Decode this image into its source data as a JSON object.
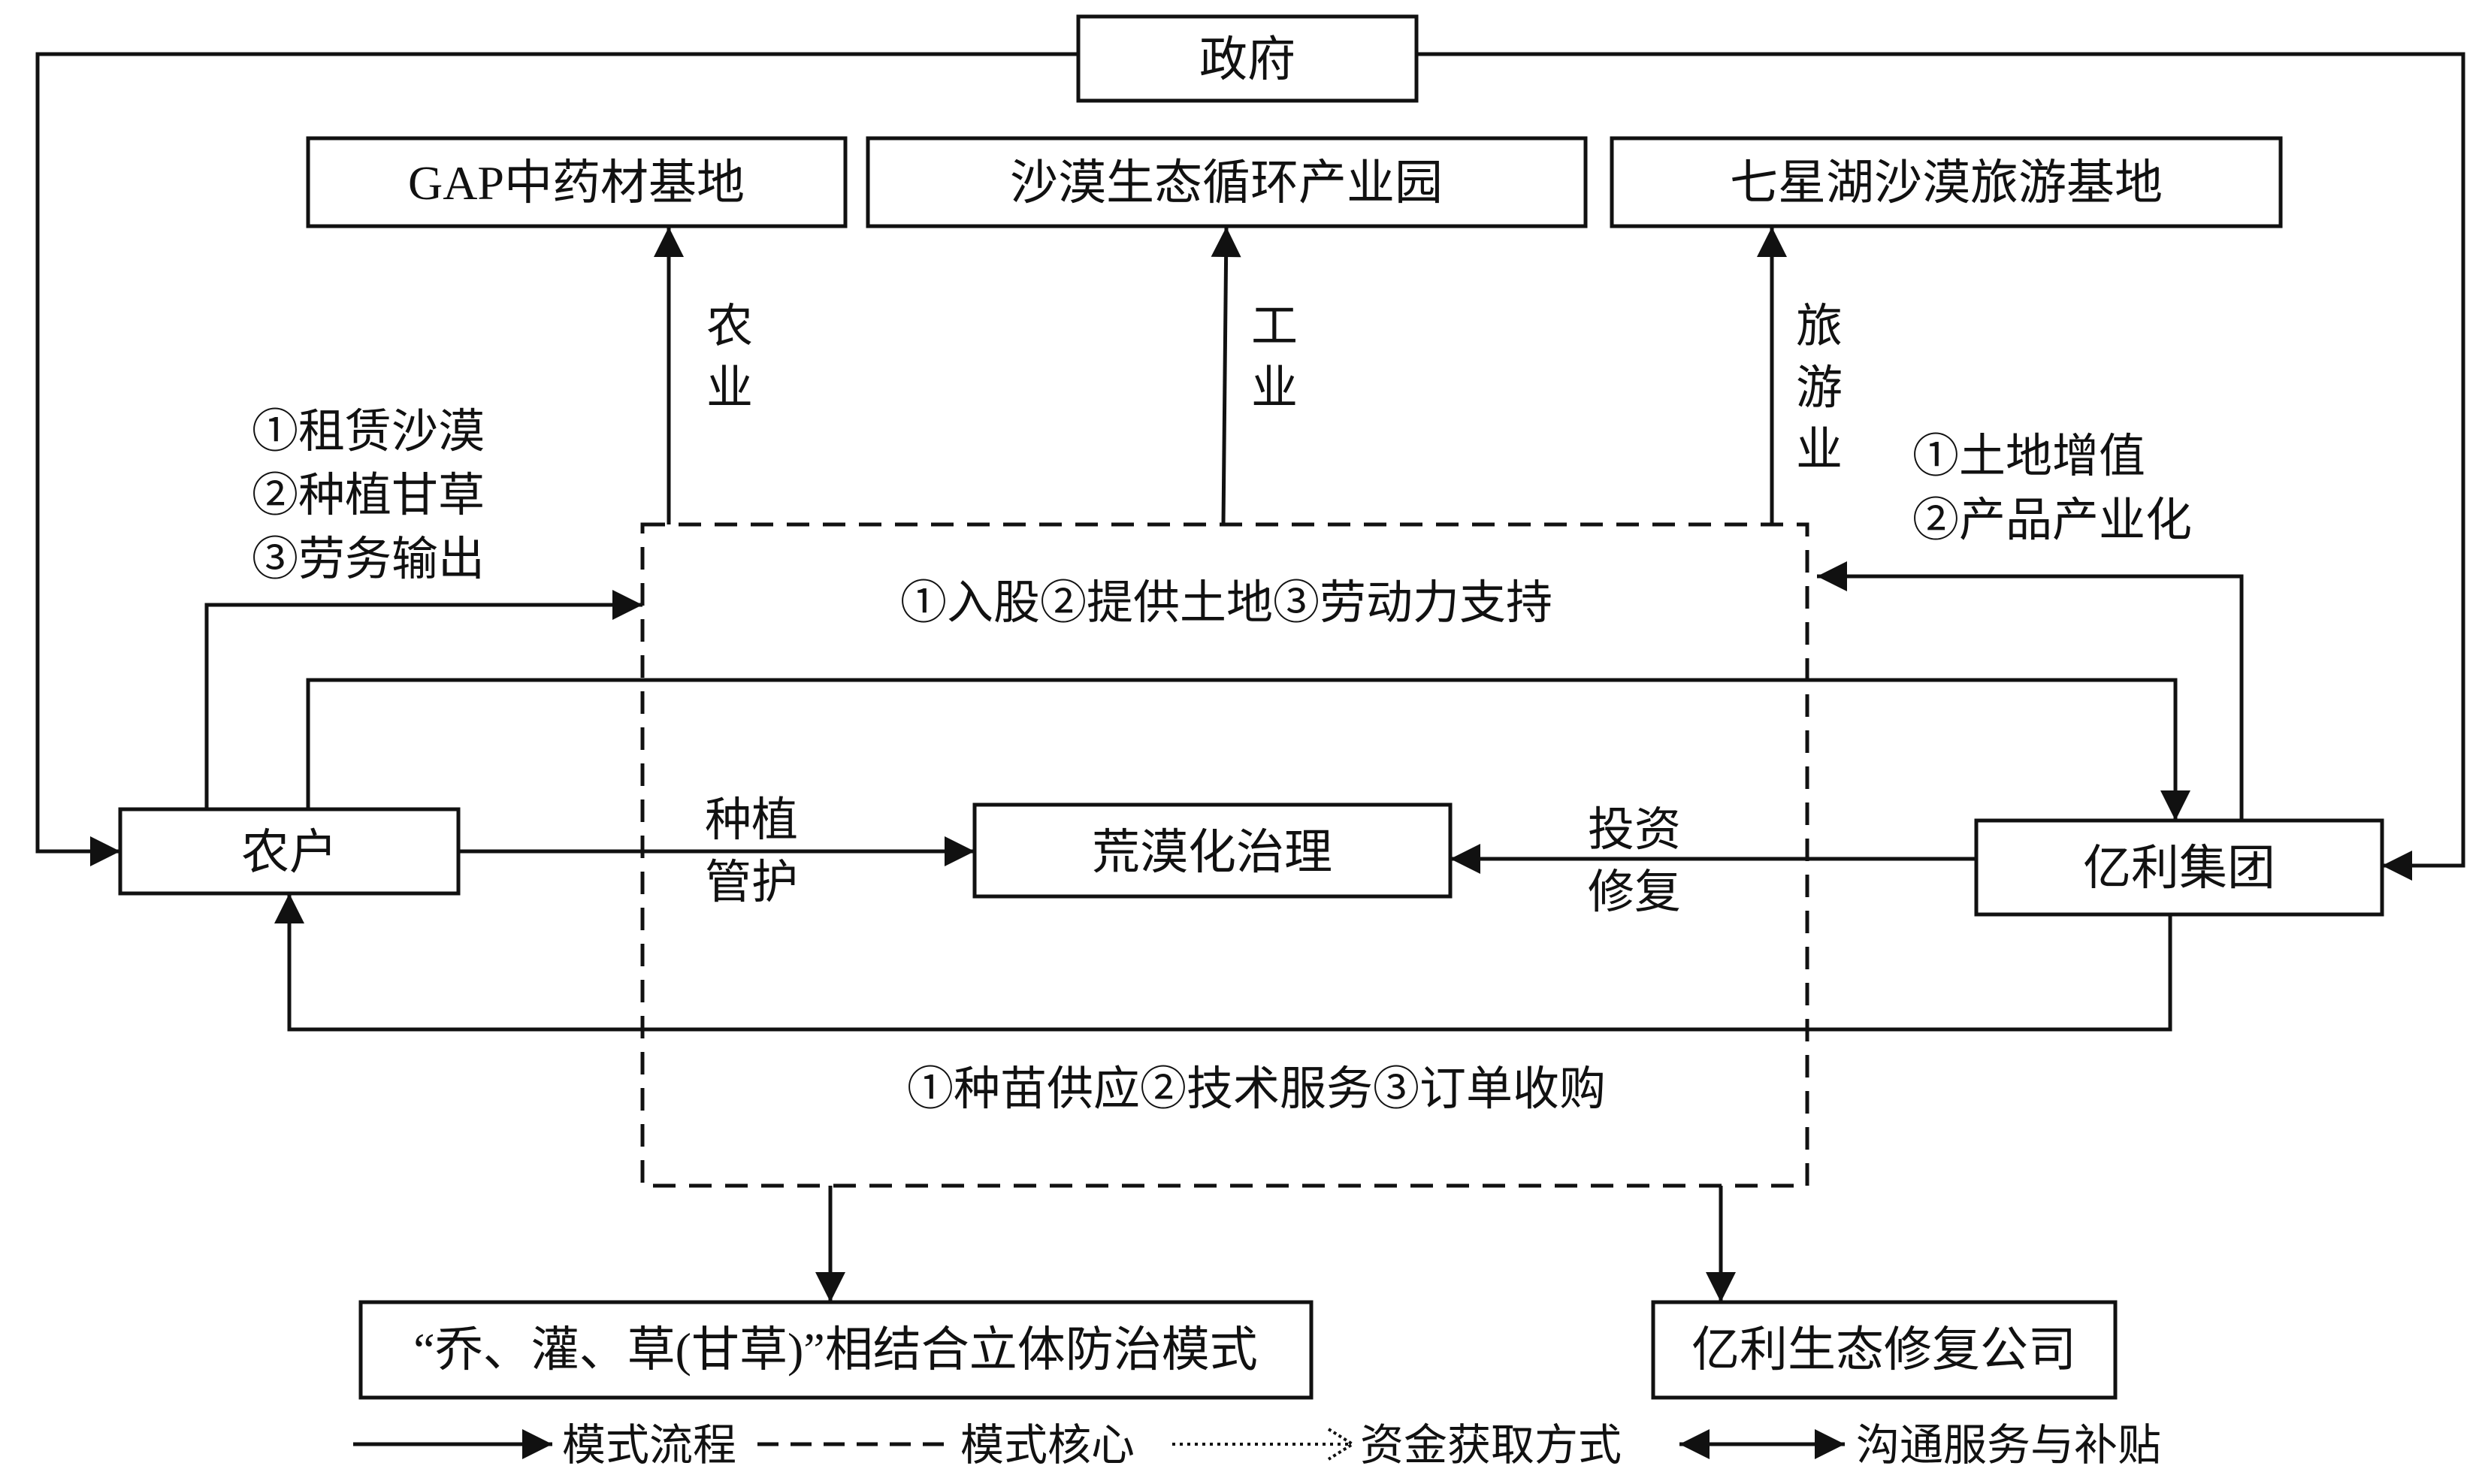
{
  "nodes": {
    "government": "政府",
    "gap_base": "GAP中药材基地",
    "eco_park": "沙漠生态循环产业园",
    "tourism_base": "七星湖沙漠旅游基地",
    "farmers": "农户",
    "desert_control": "荒漠化治理",
    "elion_group": "亿利集团",
    "planting_model": "“乔、灌、草(甘草)”相结合立体防治模式",
    "elion_company": "亿利生态修复公司"
  },
  "labels": {
    "agriculture": [
      "农",
      "业"
    ],
    "industry": [
      "工",
      "业"
    ],
    "tourism": [
      "旅",
      "游",
      "业"
    ],
    "farmer_actions": [
      "①租赁沙漠",
      "②种植甘草",
      "③劳务输出"
    ],
    "elion_gains": [
      "①土地增值",
      "②产品产业化"
    ],
    "farmer_contribution": "①入股②提供土地③劳动力支持",
    "planting_care": [
      "种植",
      "管护"
    ],
    "invest_restore": [
      "投资",
      "修复"
    ],
    "elion_services": "①种苗供应②技术服务③订单收购"
  },
  "legend": {
    "flow": "模式流程",
    "core": "模式核心",
    "funding": "资金获取方式",
    "communication": "沟通服务与补贴"
  }
}
